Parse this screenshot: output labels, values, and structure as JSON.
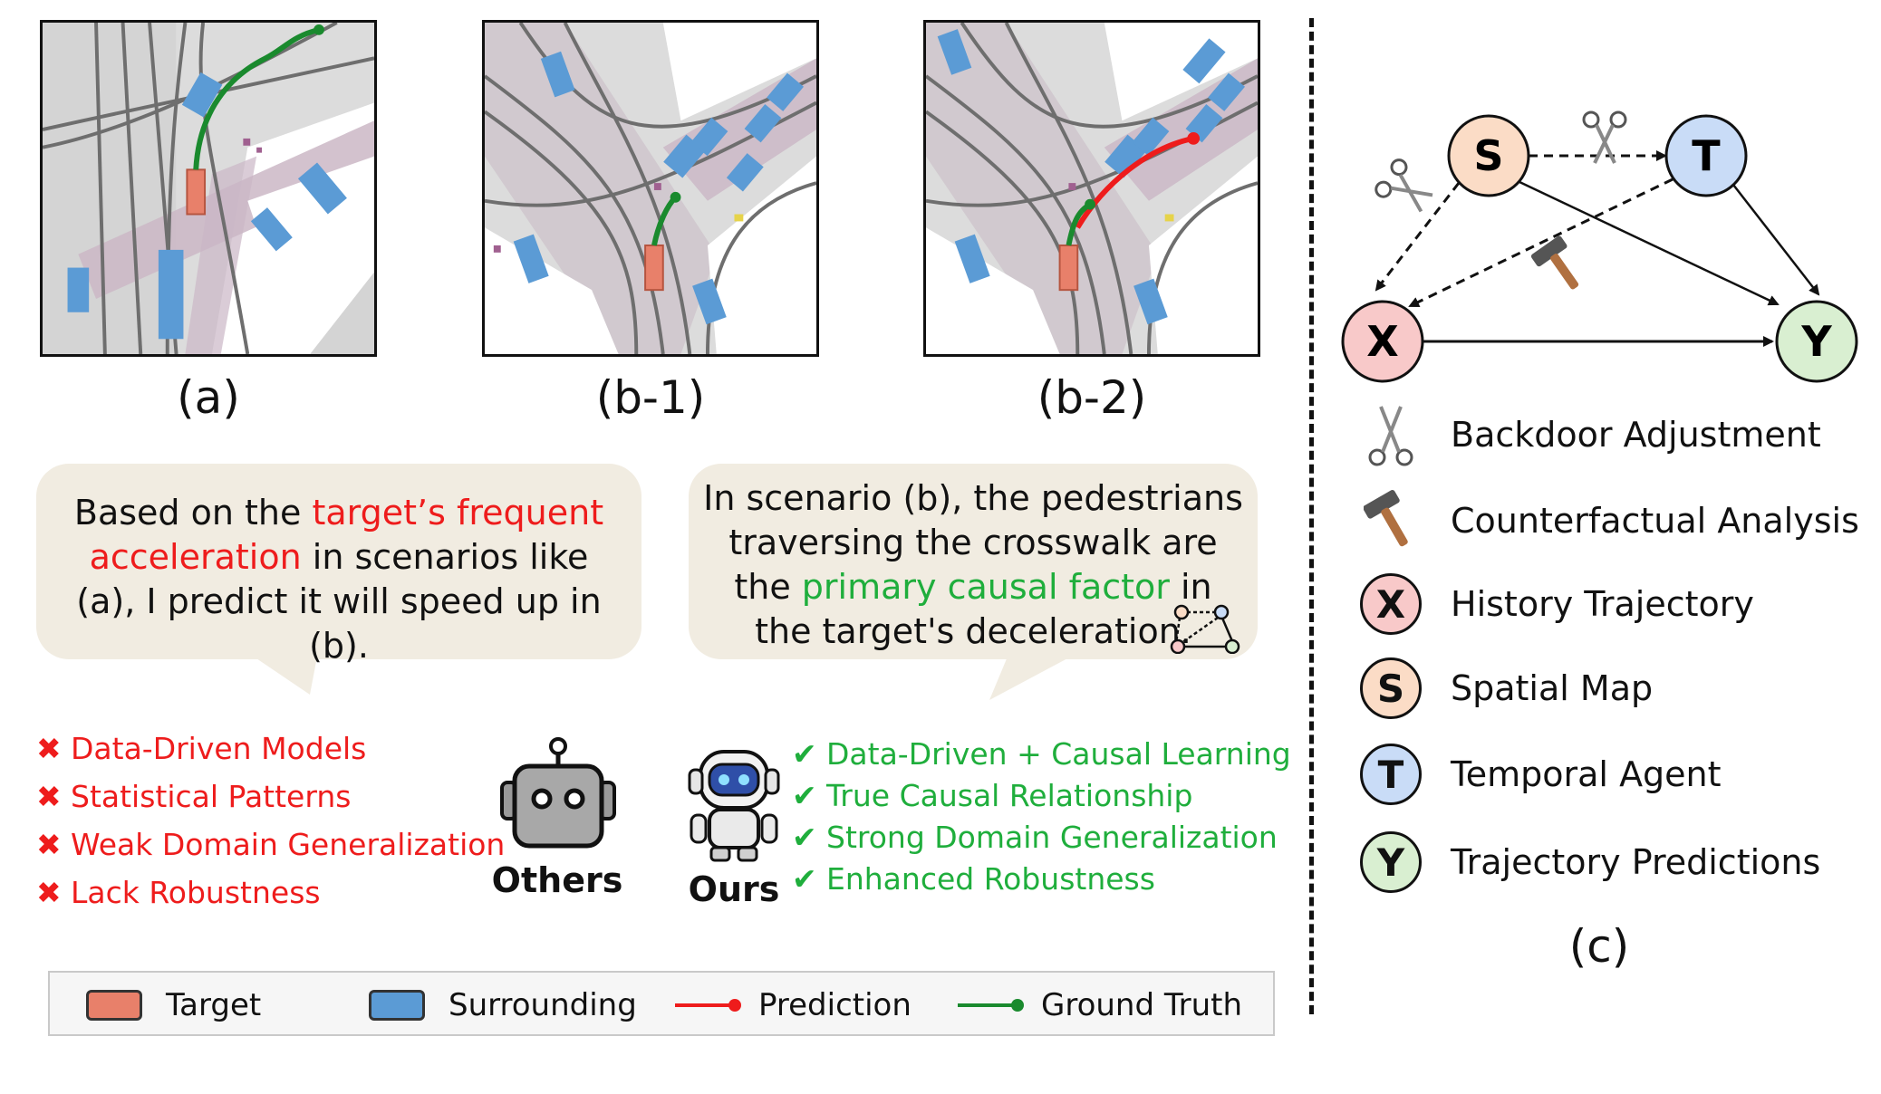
{
  "panels": [
    {
      "caption": "(a)"
    },
    {
      "caption": "(b-1)"
    },
    {
      "caption": "(b-2)"
    }
  ],
  "bubble_left": {
    "pre": "Based on the ",
    "highlight": "target’s frequent acceleration",
    "post": " in scenarios like (a), I predict it will speed up in (b)."
  },
  "bubble_right": {
    "pre": "In scenario (b), the pedestrians traversing the crosswalk are the ",
    "highlight": "primary causal factor",
    "post": " in the target's deceleration."
  },
  "others": {
    "label": "Others",
    "items": [
      "Data-Driven Models",
      "Statistical Patterns",
      "Weak Domain Generalization",
      "Lack Robustness"
    ]
  },
  "ours": {
    "label": "Ours",
    "items": [
      "Data-Driven + Causal Learning",
      "True Causal Relationship",
      "Strong Domain Generalization",
      "Enhanced Robustness"
    ]
  },
  "legend": {
    "target": "Target",
    "surrounding": "Surrounding",
    "prediction": "Prediction",
    "ground_truth": "Ground Truth"
  },
  "graph": {
    "nodes": {
      "S": "S",
      "T": "T",
      "X": "X",
      "Y": "Y"
    },
    "caption": "(c)"
  },
  "causal_legend": [
    {
      "icon": "scissors-icon",
      "label": "Backdoor Adjustment"
    },
    {
      "icon": "hammer-icon",
      "label": "Counterfactual Analysis"
    },
    {
      "icon": "X",
      "label": "History Trajectory"
    },
    {
      "icon": "S",
      "label": "Spatial Map"
    },
    {
      "icon": "T",
      "label": "Temporal Agent"
    },
    {
      "icon": "Y",
      "label": "Trajectory Predictions"
    }
  ],
  "colors": {
    "target": "#e8806a",
    "surrounding": "#5b9bd5",
    "prediction": "#ee1c1c",
    "ground_truth": "#1a8a2e",
    "node_X": "#f8c9c9",
    "node_S": "#fbdcc6",
    "node_T": "#c9dcf7",
    "node_Y": "#d9efd1",
    "bubble": "#f1ece1"
  }
}
